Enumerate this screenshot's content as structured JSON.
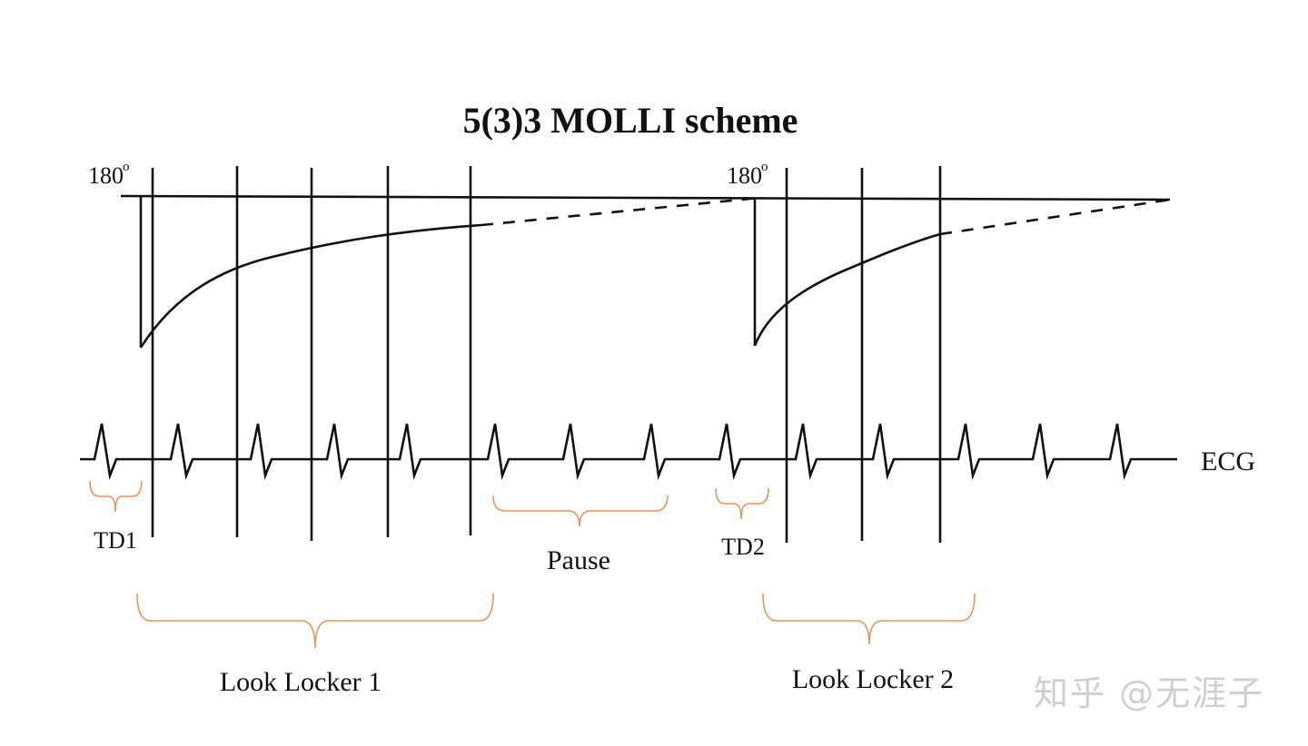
{
  "title": "5(3)3 MOLLI scheme",
  "labels": {
    "inversion_pulse_1": "180",
    "inversion_pulse_2": "180",
    "degree_mark": "o",
    "ecg": "ECG",
    "td1": "TD1",
    "td2": "TD2",
    "pause": "Pause",
    "look_locker_1": "Look Locker 1",
    "look_locker_2": "Look Locker 2"
  },
  "watermark": "知乎 @无涯子",
  "colors": {
    "lines": "#111111",
    "braces": "#e8935a",
    "watermark": "#cfcfcf",
    "background": "#ffffff"
  }
}
